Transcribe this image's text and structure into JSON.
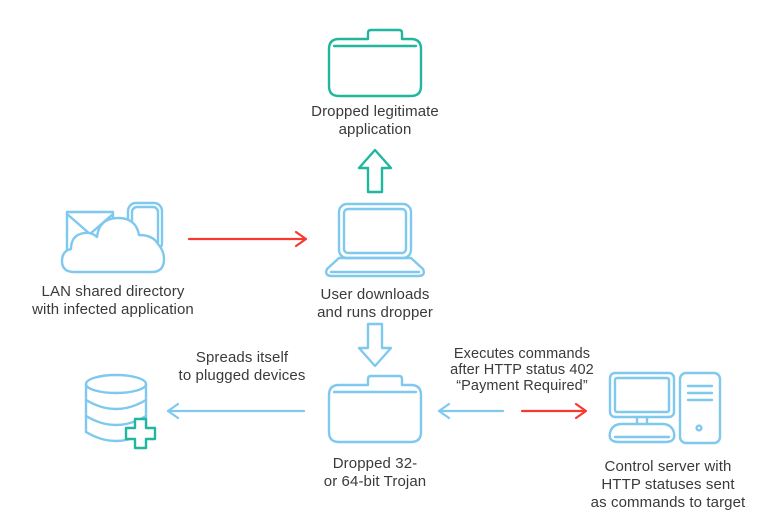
{
  "title": "Trojan dropper infection flow diagram",
  "colors": {
    "teal": "#21b69e",
    "blue": "#7fc8ee",
    "red": "#f73a31",
    "text": "#3a3a3c"
  },
  "nodes": {
    "dropped_app": {
      "icon": "folder-icon",
      "lines": [
        "Dropped legitimate",
        "application"
      ]
    },
    "lan_directory": {
      "icon": "cloud-share-icon",
      "lines": [
        "LAN shared directory",
        "with infected application"
      ]
    },
    "user_dropper": {
      "icon": "laptop-icon",
      "lines": [
        "User downloads",
        "and runs dropper"
      ]
    },
    "trojan": {
      "icon": "folder-icon",
      "lines": [
        "Dropped 32-",
        "or 64-bit Trojan"
      ]
    },
    "plugged_devices": {
      "icon": "database-add-icon",
      "lines": []
    },
    "control_server": {
      "icon": "server-icon",
      "lines": [
        "Control server with",
        "HTTP statuses sent",
        "as commands to target"
      ]
    }
  },
  "edges": {
    "infection": {
      "icon": "arrow-right-red",
      "lines": []
    },
    "drop_app": {
      "icon": "arrow-up-teal",
      "lines": []
    },
    "drop_trojan": {
      "icon": "arrow-down-blue",
      "lines": []
    },
    "spreads": {
      "icon": "arrow-left-blue",
      "lines": [
        "Spreads itself",
        "to plugged devices"
      ]
    },
    "executes": {
      "icon": "arrow-left-blue",
      "lines": [
        "Executes commands",
        "after HTTP status 402",
        "“Payment Required”"
      ]
    },
    "statuses": {
      "icon": "arrow-right-red",
      "lines": []
    }
  }
}
